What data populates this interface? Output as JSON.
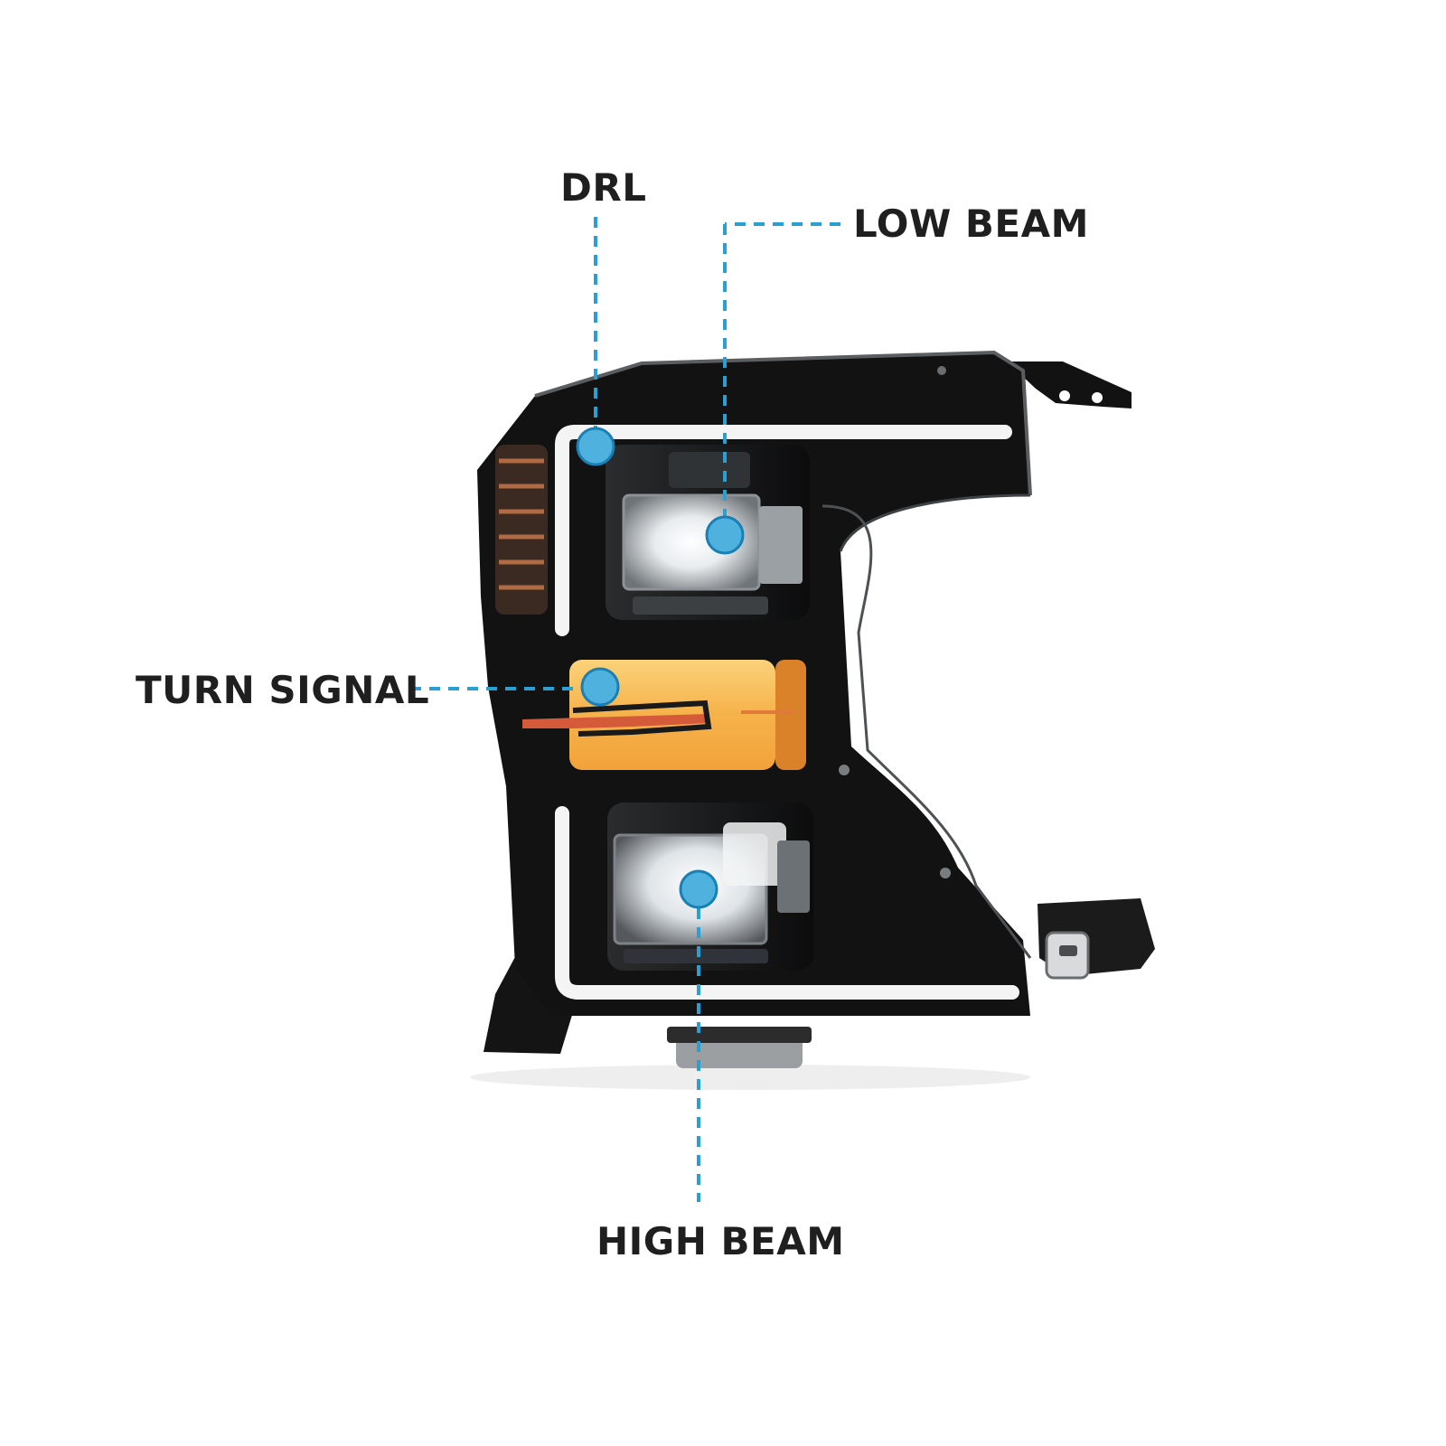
{
  "diagram": {
    "subject": "LED headlight assembly",
    "callouts": [
      {
        "id": "drl",
        "label": "DRL"
      },
      {
        "id": "low-beam",
        "label": "LOW BEAM"
      },
      {
        "id": "turn-signal",
        "label": "TURN SIGNAL"
      },
      {
        "id": "high-beam",
        "label": "HIGH BEAM"
      }
    ]
  },
  "colors": {
    "leader": "#2a9fd3",
    "marker": "#4fb2de",
    "label": "#1f1f1f",
    "housing": "#111111",
    "drl_strip": "#f4f4f4",
    "turn_signal": "#f6b24a",
    "side_marker": "#c9633a"
  }
}
